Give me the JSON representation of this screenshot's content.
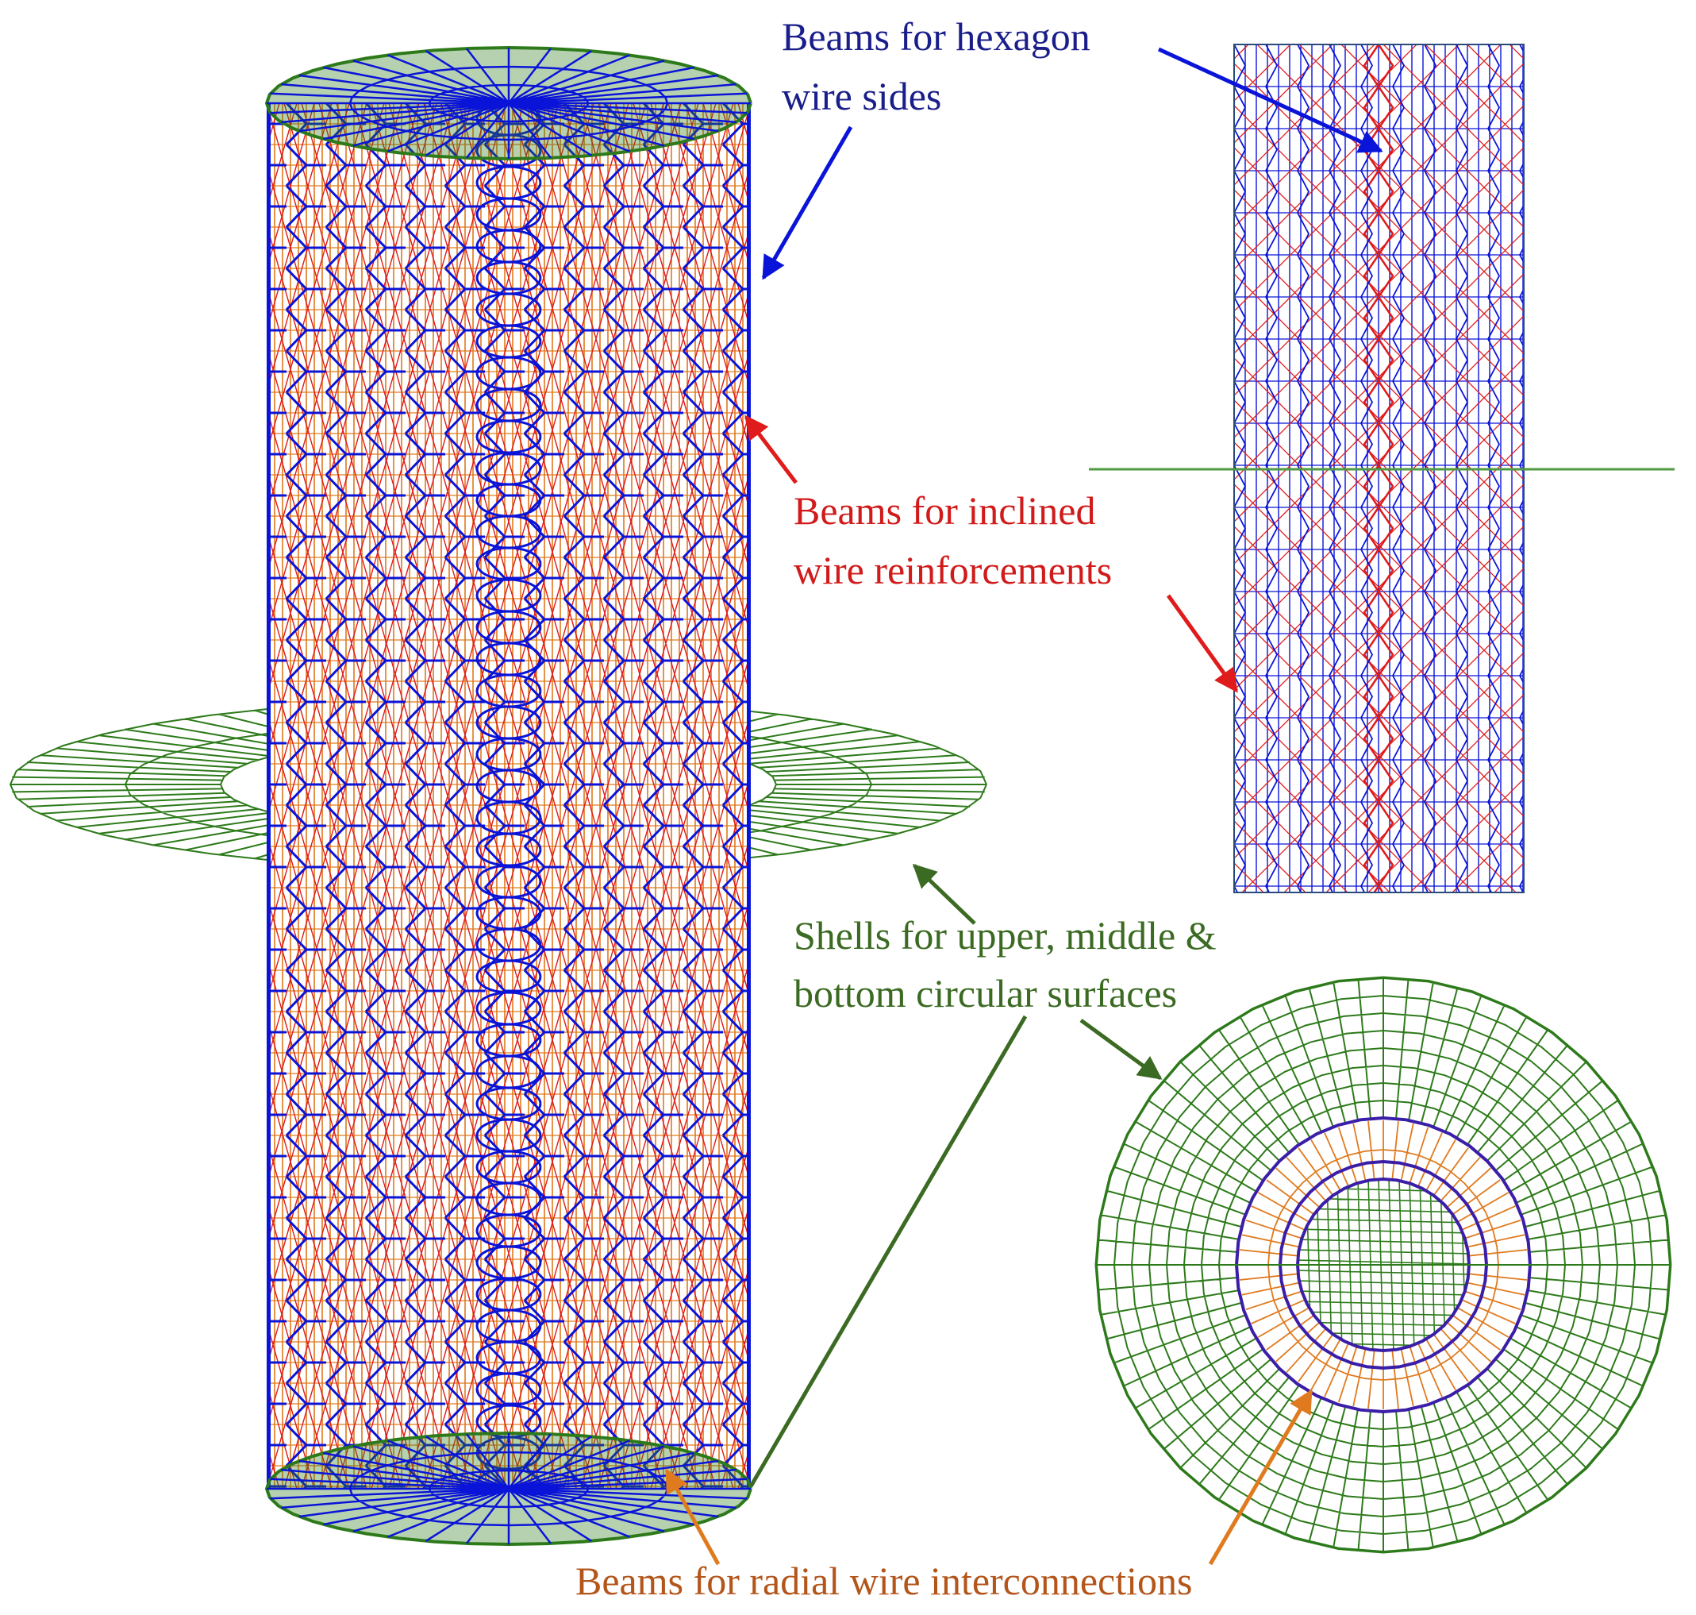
{
  "labels": {
    "hexagon_line1": "Beams for hexagon",
    "hexagon_line2": "wire sides",
    "inclined_line1": "Beams for inclined",
    "inclined_line2": "wire reinforcements",
    "shells_line1": "Shells for upper, middle &",
    "shells_line2": "bottom circular surfaces",
    "radial": "Beams for radial wire interconnections"
  },
  "colors": {
    "hexagon_blue": "#0a14d8",
    "inclined_red": "#e01b1b",
    "shell_green": "#2d7a1a",
    "radial_orange": "#e07a1e",
    "hexagon_label": "#1a1e8a",
    "inclined_label": "#d11b1b",
    "shell_label": "#3b6a22",
    "radial_label": "#b4551a"
  },
  "icons": {
    "arrow": "arrow-icon"
  }
}
